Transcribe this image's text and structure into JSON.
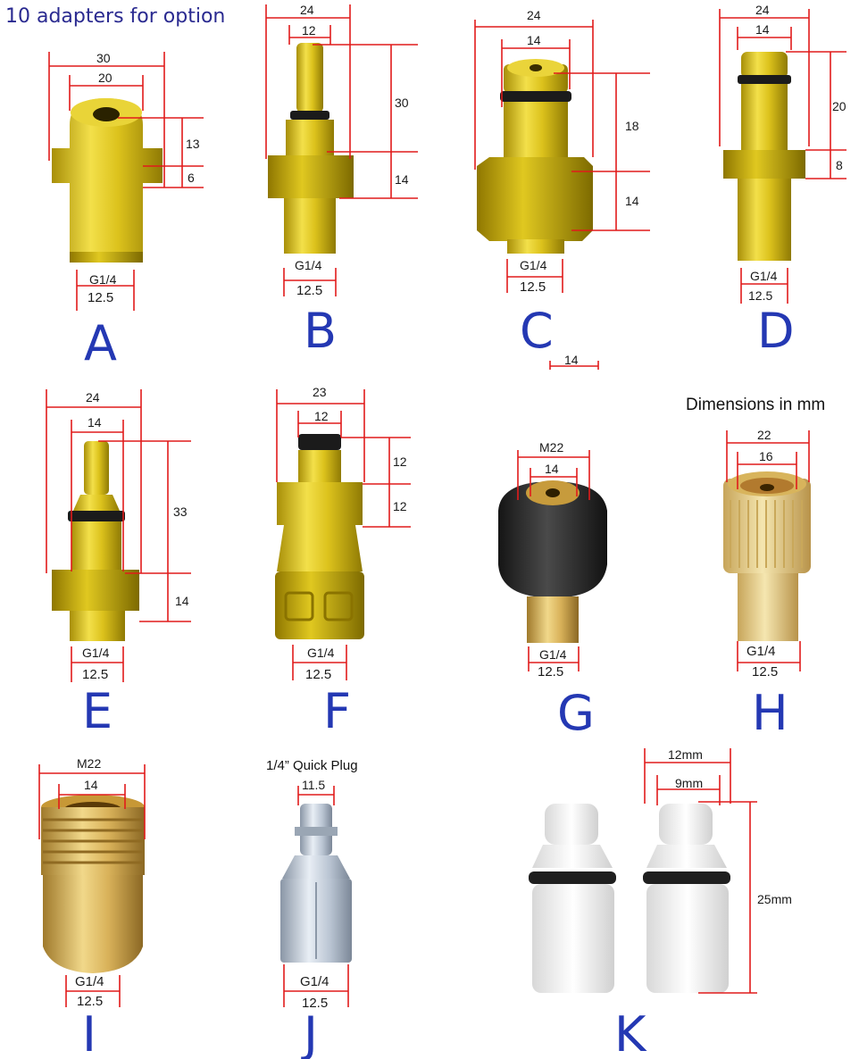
{
  "header": {
    "title": "10 adapters for option",
    "units_note": "Dimensions in mm"
  },
  "adapters": [
    {
      "letter": "A",
      "dims": [
        "30",
        "20",
        "13",
        "6",
        "G1/4",
        "12.5"
      ]
    },
    {
      "letter": "B",
      "dims": [
        "24",
        "12",
        "30",
        "14",
        "G1/4",
        "12.5"
      ]
    },
    {
      "letter": "C",
      "dims": [
        "24",
        "14",
        "18",
        "14",
        "G1/4",
        "12.5",
        "14"
      ]
    },
    {
      "letter": "D",
      "dims": [
        "24",
        "14",
        "20",
        "8",
        "G1/4",
        "12.5"
      ]
    },
    {
      "letter": "E",
      "dims": [
        "24",
        "14",
        "33",
        "14",
        "G1/4",
        "12.5"
      ]
    },
    {
      "letter": "F",
      "dims": [
        "23",
        "12",
        "12",
        "12",
        "G1/4",
        "12.5"
      ]
    },
    {
      "letter": "G",
      "dims": [
        "M22",
        "14",
        "G1/4",
        "12.5"
      ]
    },
    {
      "letter": "H",
      "dims": [
        "22",
        "16",
        "G1/4",
        "12.5"
      ]
    },
    {
      "letter": "I",
      "dims": [
        "M22",
        "14",
        "G1/4",
        "12.5"
      ]
    },
    {
      "letter": "J",
      "caption": "1/4” Quick Plug",
      "dims": [
        "11.5",
        "G1/4",
        "12.5"
      ]
    },
    {
      "letter": "K",
      "dims": [
        "12mm",
        "9mm",
        "25mm"
      ]
    }
  ],
  "colors": {
    "dimension_line": "#e11b1b",
    "letter": "#2438b3",
    "gold": "#d8b818",
    "brass": "#c9a64a",
    "black_cap": "#262626",
    "steel": "#b8c4d2",
    "white_tip": "#f2f2f2"
  }
}
